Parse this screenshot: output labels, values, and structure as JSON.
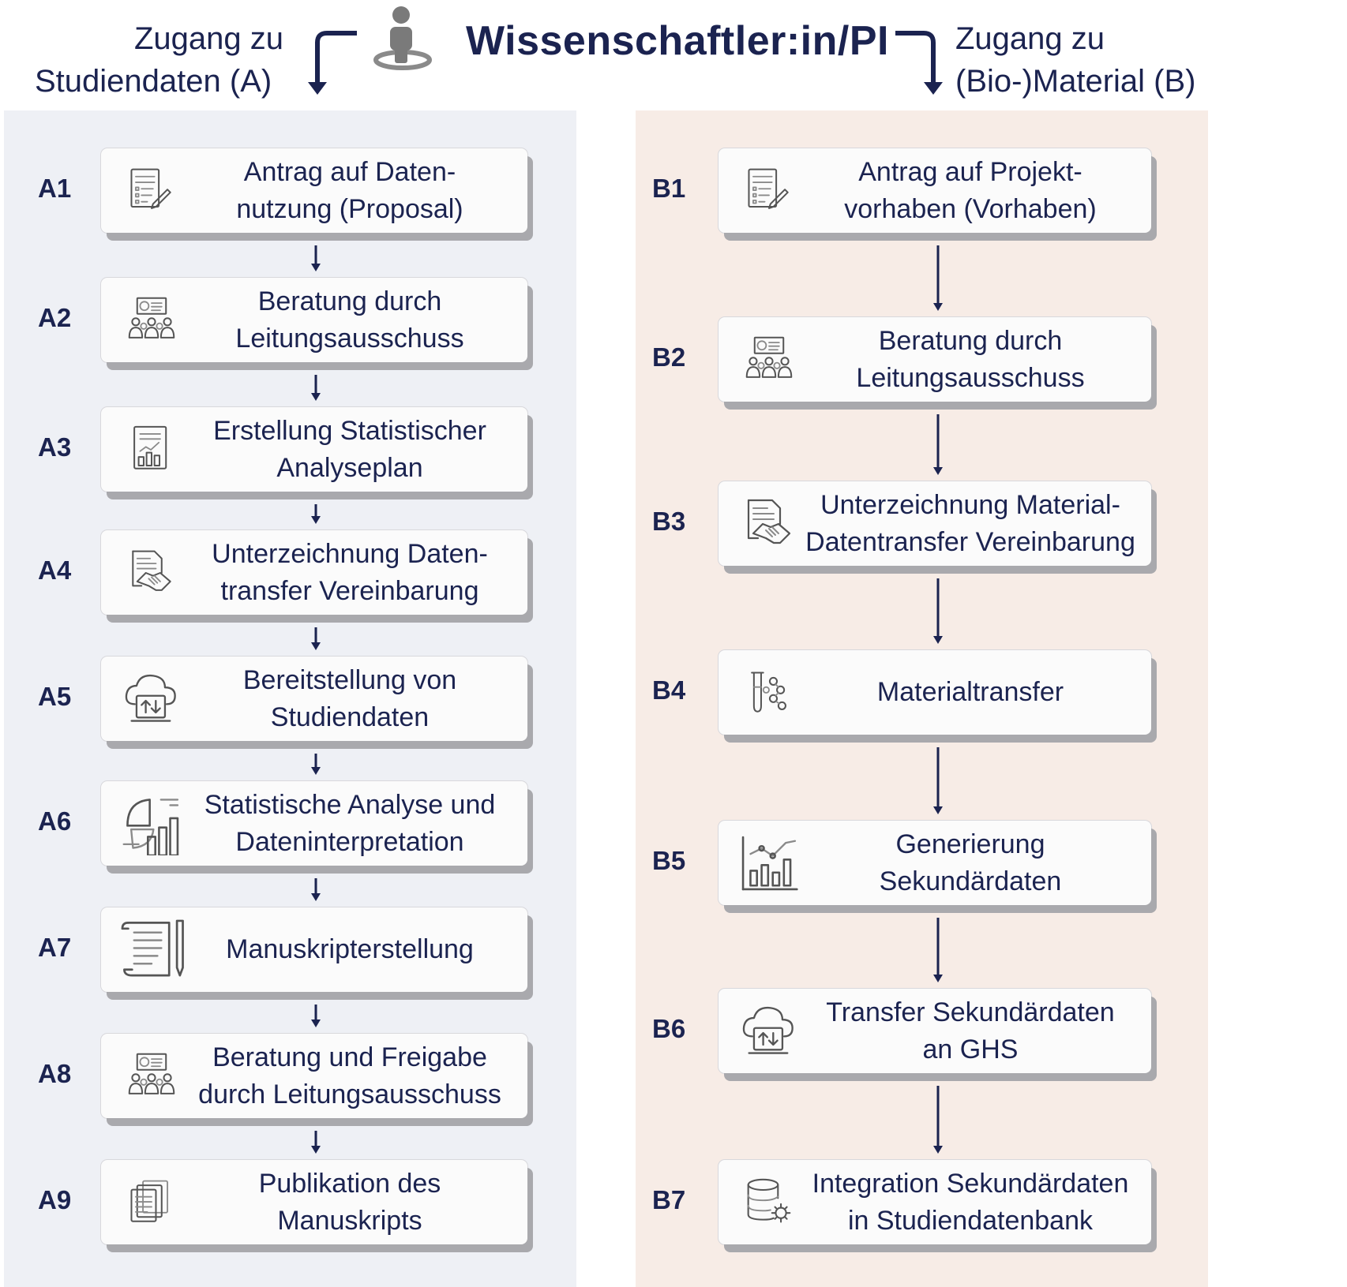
{
  "header": {
    "title": "Wissenschaftler:in/PI",
    "left_line1": "Zugang zu",
    "left_line2": "Studiendaten (A)",
    "right_line1": "Zugang zu",
    "right_line2": "(Bio-)Material (B)"
  },
  "column_a": {
    "steps": [
      {
        "id": "A1",
        "text": "Antrag auf Daten-\nnutzung (Proposal)",
        "icon": "document-pen-icon"
      },
      {
        "id": "A2",
        "text": "Beratung durch\nLeitungsausschuss",
        "icon": "meeting-icon"
      },
      {
        "id": "A3",
        "text": "Erstellung Statistischer\nAnalyseplan",
        "icon": "report-chart-icon"
      },
      {
        "id": "A4",
        "text": "Unterzeichnung Daten-\ntransfer Vereinbarung",
        "icon": "agreement-handshake-icon"
      },
      {
        "id": "A5",
        "text": "Bereitstellung von\nStudiendaten",
        "icon": "cloud-transfer-icon"
      },
      {
        "id": "A6",
        "text": "Statistische Analyse und\nDateninterpretation",
        "icon": "analytics-icon"
      },
      {
        "id": "A7",
        "text": "Manuskripterstellung",
        "icon": "manuscript-pen-icon"
      },
      {
        "id": "A8",
        "text": "Beratung und Freigabe\ndurch Leitungsausschuss",
        "icon": "meeting-icon"
      },
      {
        "id": "A9",
        "text": "Publikation des\nManuskripts",
        "icon": "documents-icon"
      }
    ]
  },
  "column_b": {
    "steps": [
      {
        "id": "B1",
        "text": "Antrag auf Projekt-\nvorhaben (Vorhaben)",
        "icon": "document-pen-icon"
      },
      {
        "id": "B2",
        "text": "Beratung durch\nLeitungsausschuss",
        "icon": "meeting-icon"
      },
      {
        "id": "B3",
        "text": "Unterzeichnung Material-\nDatentransfer Vereinbarung",
        "icon": "agreement-handshake-icon"
      },
      {
        "id": "B4",
        "text": "Materialtransfer",
        "icon": "test-tube-molecule-icon"
      },
      {
        "id": "B5",
        "text": "Generierung\nSekundärdaten",
        "icon": "bar-line-chart-icon"
      },
      {
        "id": "B6",
        "text": "Transfer Sekundärdaten\nan GHS",
        "icon": "cloud-transfer-icon"
      },
      {
        "id": "B7",
        "text": "Integration Sekundärdaten\nin Studiendatenbank",
        "icon": "database-gear-icon"
      }
    ]
  },
  "colors": {
    "navy": "#1b2350",
    "panel_a_bg": "#eef0f5",
    "panel_b_bg": "#f7ece6",
    "box_bg": "#fbfbfb",
    "box_shadow": "#a9a9ad"
  }
}
